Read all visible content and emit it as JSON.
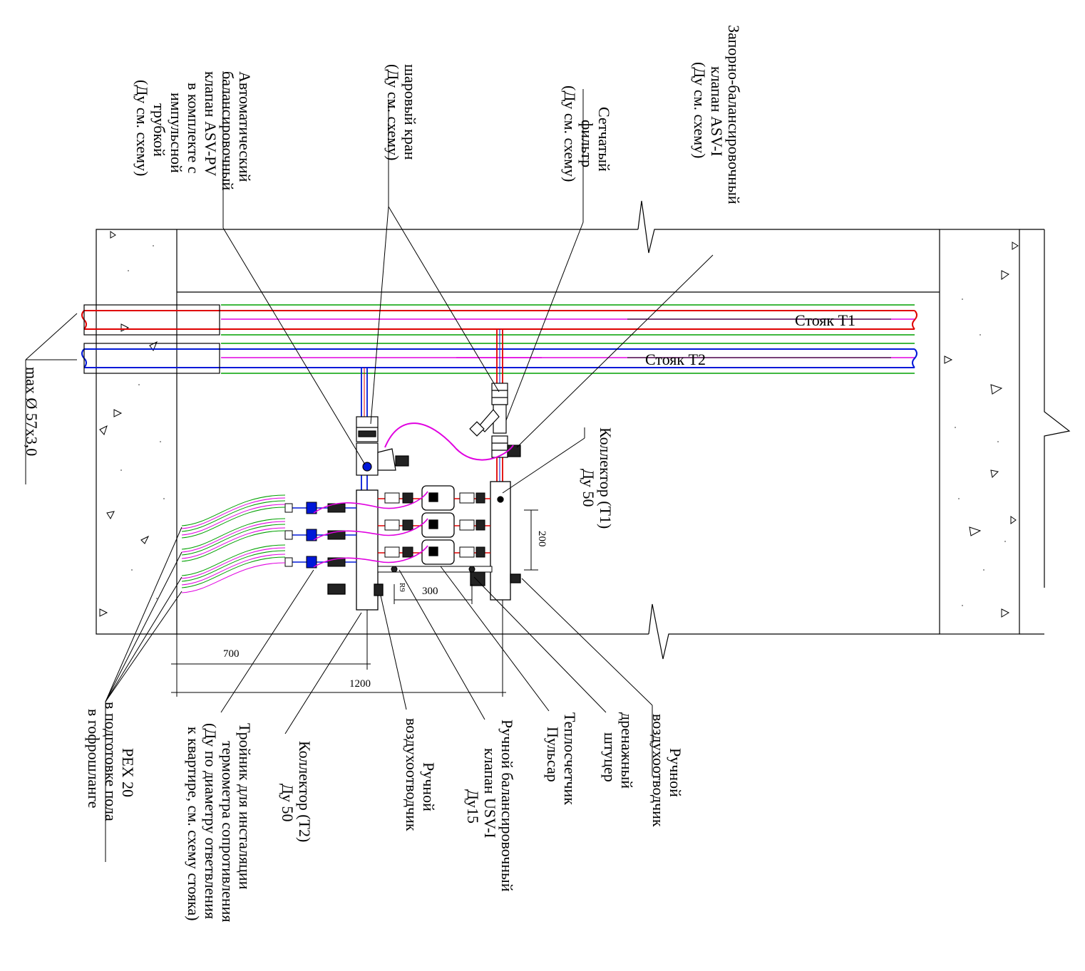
{
  "colors": {
    "supply": "#e00000",
    "return": "#0018d8",
    "impulse": "#e000e0",
    "insulation": "#00a000",
    "ink": "#000000"
  },
  "labels": {
    "asv_i": [
      "Запорно-балансировочный",
      "клапан ASV-I",
      "(Ду см. схему)"
    ],
    "filter": [
      "Сетчатый",
      "фильтр",
      "(Ду см. схему)"
    ],
    "ball_valve": [
      "шаровый кран",
      "(Ду см. схему)"
    ],
    "asv_pv": [
      "Автоматический",
      "балансировочный",
      "клапан ASV-PV",
      "в комплекте с",
      "импульсной",
      "трубкой",
      "(Ду см. схему)"
    ],
    "riser_t1": "Стояк Т1",
    "riser_t2": "Стояк Т2",
    "pipe_max": "max Ø 57x3,0",
    "collector_t1": [
      "Коллектор (Т1)",
      "Ду 50"
    ],
    "air_vent_1": [
      "Ручной",
      "воздухоотводчик"
    ],
    "drain": [
      "дренажный",
      "штуцер"
    ],
    "heat_meter": [
      "Теплосчетчик",
      "Пульсар"
    ],
    "usv_i": [
      "Ручной балансировочный",
      "клапан USV-I",
      "Ду15"
    ],
    "air_vent_2": [
      "Ручной",
      "воздухоотводчик"
    ],
    "collector_t2": [
      "Коллектор (Т2)",
      "Ду 50"
    ],
    "tee": [
      "Тройник для инсталяции",
      "термометра сопротивления",
      "(Ду по диаметру ответвления",
      "к квартире, см. схему стояка)"
    ],
    "pex": [
      "PEX 20",
      "в подготовке пола",
      "в гофрошланге"
    ]
  },
  "dims": {
    "d200": "200",
    "d300": "300",
    "d700": "700",
    "d1200": "1200",
    "r9": "R9"
  }
}
